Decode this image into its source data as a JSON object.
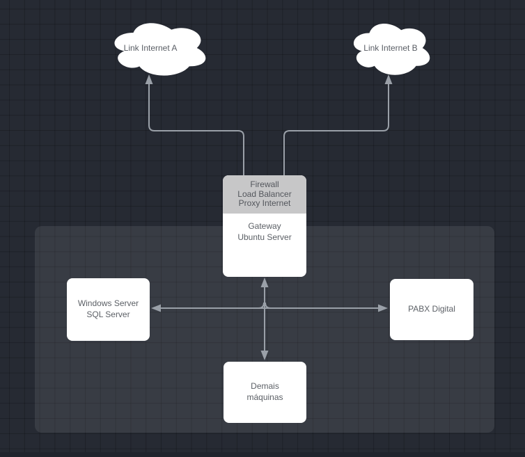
{
  "diagram": {
    "clouds": [
      {
        "id": "link-internet-a",
        "label": "Link Internet A"
      },
      {
        "id": "link-internet-b",
        "label": "Link Internet B"
      }
    ],
    "nodes": {
      "gateway": {
        "header": "Firewall\nLoad Balancer\nProxy Internet",
        "body": "Gateway\nUbuntu Server"
      },
      "windows": {
        "label": "Windows Server\nSQL Server"
      },
      "pabx": {
        "label": "PABX Digital"
      },
      "demais": {
        "label": "Demais\nmáquinas"
      }
    },
    "edges": [
      {
        "from": "gateway",
        "to": "link-internet-a",
        "arrow": "to"
      },
      {
        "from": "gateway",
        "to": "link-internet-b",
        "arrow": "to"
      },
      {
        "from": "gateway",
        "to": "windows",
        "arrow": "to"
      },
      {
        "from": "gateway",
        "to": "pabx",
        "arrow": "to"
      },
      {
        "from": "gateway",
        "to": "demais",
        "arrow": "both"
      }
    ],
    "colors": {
      "background": "#262a33",
      "grid_line": "#21252e",
      "container_fill": "#383d46",
      "node_fill": "#ffffff",
      "gateway_header_fill": "#c7c7c8",
      "edge": "#9aa0a8",
      "text": "#5c6066"
    }
  }
}
